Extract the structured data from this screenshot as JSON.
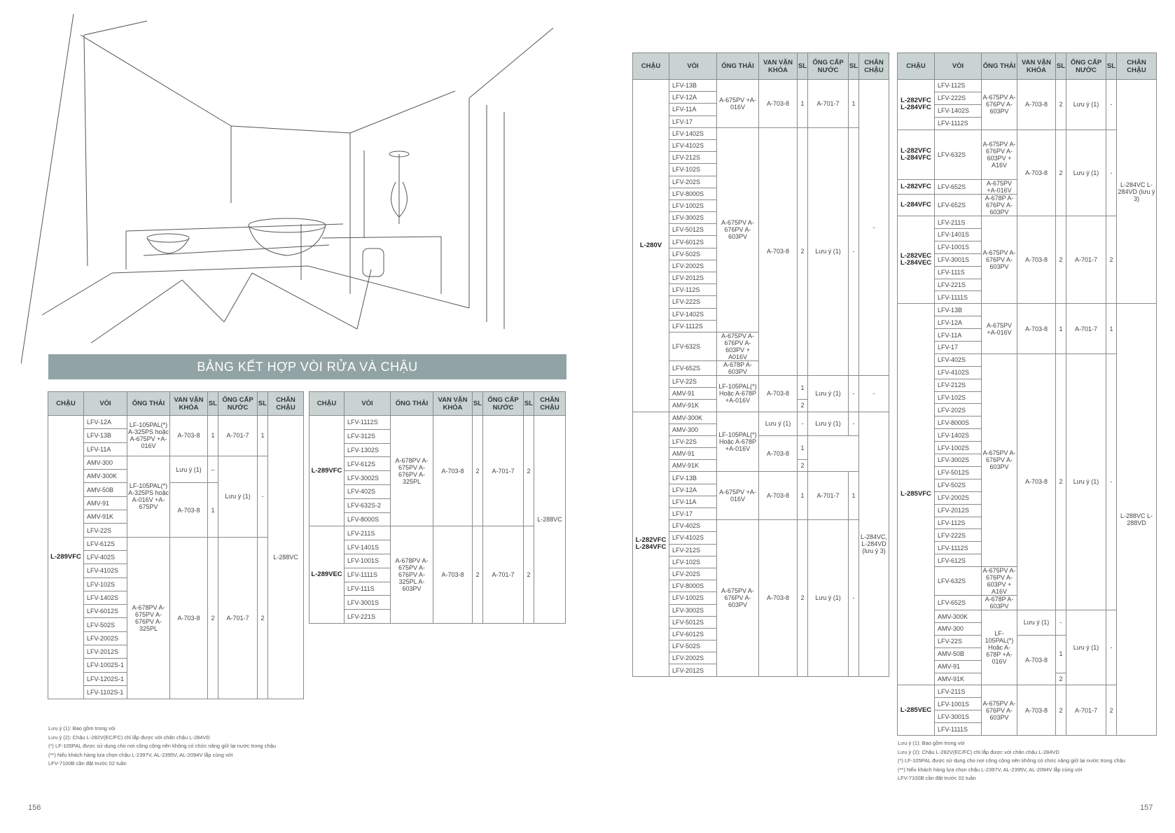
{
  "banner_title": "BẢNG KẾT HỢP VÒI RỬA VÀ CHẬU",
  "headers": {
    "basin": "CHẬU",
    "faucet": "VÒI",
    "drain": "ỐNG THẢI",
    "valve": "VAN VẶN KHÓA",
    "qty": "SL",
    "supply": "ỐNG CẤP NƯỚC",
    "qty2": "SL",
    "pedestal": "CHÂN CHẬU"
  },
  "notes": [
    "Lưu ý (1): Bao gồm trong vòi",
    "Lưu ý (2): Chậu L-282V(EC/FC) chỉ lắp được với chân chậu L-284VD",
    "(*) LF-105PAL được sử dụng cho nơi công cộng nên không có chức năng giữ lại nước trong chậu",
    "(**) Nếu khách hàng lựa chọn chậu L-2397V, AL-2395V, AL-2094V lắp cùng với",
    "LFV-7100B cần đặt trước 02 tuần"
  ],
  "page_left": "156",
  "page_right": "157",
  "table1": {
    "rows": [
      [
        "LFV-12A",
        "LFV-13B",
        "LFV-11A",
        "AMV-300",
        "AMV-300K",
        "AMV-50B",
        "AMV-91",
        "AMV-91K",
        "LFV-22S",
        "LFV-612S",
        "LFV-402S",
        "LFV-4102S",
        "LFV-102S",
        "LFV-1402S",
        "LFV-6012S",
        "LFV-502S",
        "LFV-2002S",
        "LFV-2012S",
        "LFV-1002S-1",
        "LFV-1202S-1",
        "LFV-1102S-1"
      ]
    ],
    "basin": "L-289VFC",
    "g1_drain": "LF-105PAL(*) A-325PS hoặc A-675PV +A-016V",
    "g1_valve": "A-703-8",
    "g1_qty": "1",
    "g1_supply": "A-701-7",
    "g1_qty2": "1",
    "g2_drain": "LF-105PAL(*) A-325PS hoặc A-016V +A-675PV",
    "g2a_valve": "Lưu ý (1)",
    "g2a_qty": "–",
    "g2b_valve": "A-703-8",
    "g2b_qty": "1",
    "g2_supply": "Lưu ý (1)",
    "g2_qty2": "-",
    "g3_drain": "A-678PV A-675PV A-676PV A-325PL",
    "g3_valve": "A-703-8",
    "g3_qty": "2",
    "g3_supply": "A-701-7",
    "g3_qty2": "2",
    "pedestal": "L-288VC"
  },
  "table2": {
    "a_basin": "L-289VFC",
    "a_faucets": [
      "LFV-1112S",
      "LFV-312S",
      "LFV-1302S",
      "LFV-612S",
      "LFV-3002S",
      "LFV-402S",
      "LFV-632S-2",
      "LFV-8000S"
    ],
    "a_drain": "A-678PV A-675PV A-676PV A-325PL",
    "a_valve": "A-703-8",
    "a_qty": "2",
    "a_supply": "A-701-7",
    "a_qty2": "2",
    "b_basin": "L-289VEC",
    "b_faucets": [
      "LFV-211S",
      "LFV-1401S",
      "LFV-1001S",
      "LFV-1111S",
      "LFV-111S",
      "LFV-3001S",
      "LFV-221S"
    ],
    "b_drain": "A-678PV A-675PV A-676PV A-325PL A-603PV",
    "b_valve": "A-703-8",
    "b_qty": "2",
    "b_supply": "A-701-7",
    "b_qty2": "2",
    "pedestal": "L-288VC"
  },
  "table3": {
    "basin1": "L-280V",
    "basin1_faucets": [
      "LFV-13B",
      "LFV-12A",
      "LFV-11A",
      "LFV-17",
      "LFV-1402S",
      "LFV-4102S",
      "LFV-212S",
      "LFV-102S",
      "LFV-202S",
      "LFV-8000S",
      "LFV-1002S",
      "LFV-3002S",
      "LFV-5012S",
      "LFV-6012S",
      "LFV-502S",
      "LFV-2002S",
      "LFV-2012S",
      "LFV-112S",
      "LFV-222S",
      "LFV-1402S",
      "LFV-1112S",
      "LFV-632S",
      "LFV-652S",
      "LFV-22S",
      "AMV-91",
      "AMV-91K"
    ],
    "b1g1_drain": "A-675PV +A-016V",
    "b1g1_valve": "A-703-8",
    "b1g1_qty": "1",
    "b1g1_supply": "A-701-7",
    "b1g1_qty2": "1",
    "b1g2_drain": "A-675PV A-676PV A-603PV",
    "b1g2_valve": "A-703-8",
    "b1g2_qty": "2",
    "b1g2_supply": "Lưu ý (1)",
    "b1g2_qty2": "-",
    "b1g3_drain": "A-675PV A-676PV A-603PV + A016V",
    "b1g4_drain": "A-678P A-603PV",
    "b1g5_drain": "LF-105PAL(*) Hoặc A-678P +A-016V",
    "b1g5_valve": "A-703-8",
    "b1g5_qty_a": "1",
    "b1g5_qty_b": "2",
    "b1g5_supply": "Lưu ý (1)",
    "b1g5_qty2": "-",
    "b1_pedestal_a": "-",
    "b1_pedestal_b": "-",
    "basin2": "L-282VFC L-284VFC",
    "basin2_faucets": [
      "AMV-300K",
      "AMV-300",
      "LFV-22S",
      "AMV-91",
      "AMV-91K",
      "LFV-13B",
      "LFV-12A",
      "LFV-11A",
      "LFV-17",
      "LFV-402S",
      "LFV-4102S",
      "LFV-212S",
      "LFV-102S",
      "LFV-202S",
      "LFV-8000S",
      "LFV-1002S",
      "LFV-3002S",
      "LFV-5012S",
      "LFV-6012S",
      "LFV-502S",
      "LFV-2002S",
      "LFV-2012S"
    ],
    "b2g1_drain": "LF-105PAL(*) Hoặc A-678P +A-016V",
    "b2g1a_valve": "Lưu ý (1)",
    "b2g1a_qty": "-",
    "b2g1a_supply": "Lưu ý (1)",
    "b2g1a_qty2": "-",
    "b2g1b_valve": "A-703-8",
    "b2g1b_qty_a": "1",
    "b2g1b_qty_b": "2",
    "b2g2_drain": "A-675PV +A-016V",
    "b2g2_valve": "A-703-8",
    "b2g2_qty": "1",
    "b2g2_supply": "A-701-7",
    "b2g2_qty2": "1",
    "b2g3_drain": "A-675PV A-676PV A-603PV",
    "b2g3_valve": "A-703-8",
    "b2g3_qty": "2",
    "b2g3_supply": "Lưu ý (1)",
    "b2g3_qty2": "-",
    "b2_pedestal": "L-284VC, L-284VD (lưu ý 3)"
  },
  "table4": {
    "r1_basin": "L-282VFC L-284VFC",
    "r1_faucets": [
      "LFV-112S",
      "LFV-222S",
      "LFV-1402S",
      "LFV-1112S"
    ],
    "r1_drain": "A-675PV A-676PV A-603PV",
    "r1_valve": "A-703-8",
    "r1_qty": "2",
    "r1_supply": "Lưu ý (1)",
    "r1_qty2": "-",
    "r2_basin": "L-282VFC L-284VFC",
    "r2_faucet": "LFV-632S",
    "r2_drain": "A-675PV A-676PV A-603PV + A16V",
    "r3_basin": "L-282VFC",
    "r3_faucet": "LFV-652S",
    "r3_drain": "A-675PV +A-016V",
    "r4_basin": "L-284VFC",
    "r4_faucet": "LFV-652S",
    "r4_drain": "A-678P A-676PV A-603PV",
    "r234_valve": "A-703-8",
    "r234_qty": "2",
    "r234_supply": "Lưu ý (1)",
    "r234_qty2": "-",
    "r5_basin": "L-282VEC L-284VEC",
    "r5_faucets": [
      "LFV-211S",
      "LFV-1401S",
      "LFV-1001S",
      "LFV-3001S",
      "LFV-111S",
      "LFV-221S",
      "LFV-1111S"
    ],
    "r5_drain": "A-675PV A-676PV A-603PV",
    "r5_valve": "A-703-8",
    "r5_qty": "2",
    "r5_supply": "A-701-7",
    "r5_qty2": "2",
    "ped1": "L-284VC L-284VD (lưu ý 3)",
    "b6_basin": "L-285VFC",
    "b6_faucets": [
      "LFV-13B",
      "LFV-12A",
      "LFV-11A",
      "LFV-17",
      "LFV-402S",
      "LFV-4102S",
      "LFV-212S",
      "LFV-102S",
      "LFV-202S",
      "LFV-8000S",
      "LFV-1402S",
      "LFV-1002S",
      "LFV-3002S",
      "LFV-5012S",
      "LFV-502S",
      "LFV-2002S",
      "LFV-2012S",
      "LFV-112S",
      "LFV-222S",
      "LFV-1112S",
      "LFV-612S",
      "LFV-632S",
      "LFV-652S",
      "AMV-300K",
      "AMV-300",
      "LFV-22S",
      "AMV-50B",
      "AMV-91",
      "AMV-91K"
    ],
    "b6g1_drain": "A-675PV +A-016V",
    "b6g1_valve": "A-703-8",
    "b6g1_qty": "1",
    "b6g1_supply": "A-701-7",
    "b6g1_qty2": "1",
    "b6g2_drain": "A-675PV A-676PV A-603PV",
    "b6g2_valve": "A-703-8",
    "b6g2_qty": "2",
    "b6g2_supply": "Lưu ý (1)",
    "b6g2_qty2": "-",
    "b6g3_drain": "A-675PV A-676PV A-603PV + A16V",
    "b6g4_drain": "A-678P A-603PV",
    "b6g5_drain": "LF-105PAL(*) Hoặc A-678P +A-016V",
    "b6g5a_valve": "Lưu ý (1)",
    "b6g5a_qty": "-",
    "b6g5b_valve": "A-703-8",
    "b6g5b_qty_a": "1",
    "b6g5b_qty_b": "2",
    "b6g5_supply": "Lưu ý (1)",
    "b6g5_qty2": "-",
    "b7_basin": "L-285VEC",
    "b7_faucets": [
      "LFV-211S",
      "LFV-1001S",
      "LFV-3001S",
      "LFV-1111S"
    ],
    "b7_drain": "A-675PV A-676PV A-603PV",
    "b7_valve": "A-703-8",
    "b7_qty": "2",
    "b7_supply": "A-701-7",
    "b7_qty2": "2",
    "ped2": "L-288VC L-288VD"
  }
}
